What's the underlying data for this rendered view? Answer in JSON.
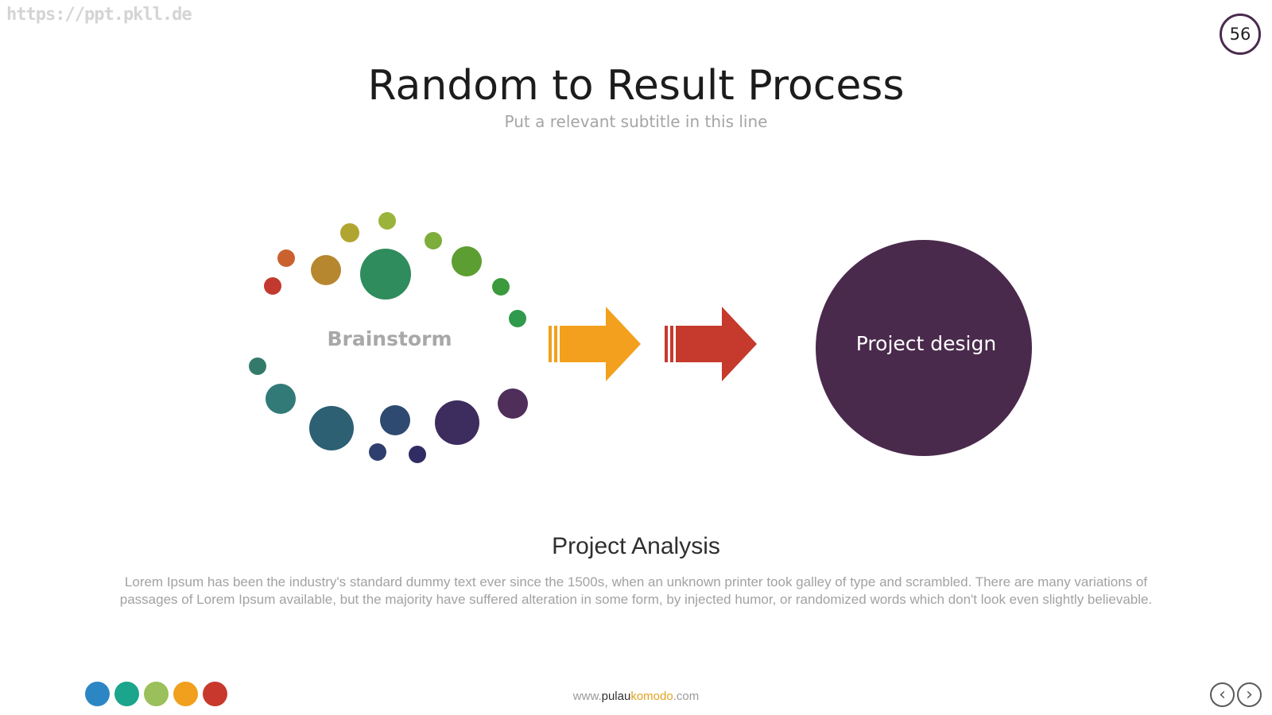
{
  "watermark": "https://ppt.pkll.de",
  "slide_number": "56",
  "title": "Random to Result Process",
  "subtitle": "Put a relevant subtitle in this line",
  "diagram": {
    "source_label": "Brainstorm",
    "result_label": "Project design",
    "result_color": "#4a2a4c",
    "arrows": [
      {
        "name": "orange-arrow",
        "color": "#f2a01d"
      },
      {
        "name": "red-arrow",
        "color": "#c53a2c"
      }
    ],
    "dot_colors": [
      "#c23a2f",
      "#c9622f",
      "#b6872f",
      "#b1a532",
      "#9ab33b",
      "#2f8c5c",
      "#7dad3a",
      "#5c9e32",
      "#3b9a3c",
      "#2f9a4c",
      "#347a6b",
      "#327a78",
      "#2d6073",
      "#2e3f6e",
      "#2f4a70",
      "#302d64",
      "#3d2c5e",
      "#4f2e5a"
    ]
  },
  "section": {
    "heading": "Project Analysis",
    "body": "Lorem Ipsum has been the industry's standard dummy text ever since the 1500s, when an unknown printer took galley of type and scrambled. There are many variations of passages of Lorem Ipsum available, but the majority have suffered alteration in some form, by injected humor, or randomized words which don't look even slightly believable."
  },
  "palette": [
    "#2d86c4",
    "#1aa58c",
    "#99c05a",
    "#f0a01c",
    "#c8382d"
  ],
  "footer": {
    "prefix": "www.",
    "brand": "pulau",
    "accent": "komodo",
    "suffix": ".com"
  },
  "nav": {
    "prev_icon": "chevron-left-icon",
    "next_icon": "chevron-right-icon"
  }
}
